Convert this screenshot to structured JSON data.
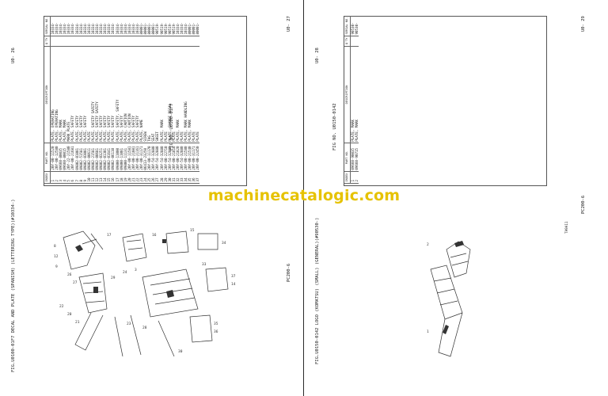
{
  "watermark": "machinecatalogic.com",
  "left_page": {
    "figure_title": "FIG.U0100-01F7  DECAL AND PLATE (SPANISH) (LETTERING TYPE)(#10334-)",
    "figure_header": "FIG NO.  U0100-01F7",
    "code": "PC200-6",
    "page_bottom": "U0- 26",
    "page_top": "U0- 27",
    "columns": [
      "INDEX",
      "PART NO.",
      "DESCRIPTION",
      "Q'TY",
      "SERIAL NO."
    ],
    "rows": [
      [
        "1",
        "20Y-00-11520",
        "PLATE, OPERATING",
        "",
        "10334-"
      ],
      [
        "2",
        "20Y-00-12580",
        "PLATE, OPERATING",
        "",
        "10334-"
      ],
      [
        "3",
        "09660-80035",
        "PLATE, MARK",
        "",
        "10334-"
      ],
      [
        "4",
        "09660-80015",
        "PLATE, MARK",
        "",
        "10334-"
      ],
      [
        "5",
        "20Y-22-21580",
        "MARK PLATE",
        "",
        "10334-"
      ],
      [
        "6",
        "20Y-00-21681",
        "PLATE, SAFETY",
        "",
        "10334-"
      ],
      [
        "7",
        "09802-01001",
        "PLATE, SAFETY",
        "",
        "10334-"
      ],
      [
        "8",
        "09802-51581",
        "PLATE, SAFETY",
        "",
        "10334-"
      ],
      [
        "9",
        "09802-03001",
        "PLATE, SAFETY",
        "",
        "10334-"
      ],
      [
        "10",
        "09802-00611",
        "PLATE",
        "",
        "10334-"
      ],
      [
        "11",
        "09802-21581",
        "PLATE, SAFETY SAFETY",
        "",
        "10334-"
      ],
      [
        "12",
        "09802-00681",
        "PLATE, SAFETY SAFETY",
        "",
        "10334-"
      ],
      [
        "13",
        "09802-03251",
        "PLATE, SAFETY",
        "",
        "10334-"
      ],
      [
        "14",
        "09802-01301",
        "PLATE, SAFETY",
        "",
        "10334-"
      ],
      [
        "15",
        "09802-01641",
        "PLATE, SAFETY",
        "",
        "10334-"
      ],
      [
        "16",
        "09802-06110",
        "PLATE, SAFETY",
        "",
        "10334-"
      ],
      [
        "17",
        "09800-11000",
        "PLATE, SAFETY, SAFETY",
        "",
        "10334-"
      ],
      [
        "18",
        "09800-11001",
        "PLATE, SAFETY",
        "",
        "10334-"
      ],
      [
        "19",
        "09800-11131",
        "PLATE, CAUTION",
        "",
        "10334-"
      ],
      [
        "20",
        "20Y-00-11581",
        "PLATE, CAUTION",
        "",
        "10334-"
      ],
      [
        "21",
        "20Y-00-21081",
        "PLATE, SAFETY",
        "",
        "10334-"
      ],
      [
        "22",
        "20Y-00-21161",
        "PLATE, SAFETY",
        "",
        "10334-"
      ],
      [
        "23",
        "20Y-00-31171",
        "PLATE, NAME",
        "",
        "80001-"
      ],
      [
        "24",
        "06413-23250",
        "SCREW",
        "",
        "80001-"
      ],
      [
        "25",
        "20Y-00-11170",
        "TAG",
        "",
        "80001-"
      ],
      [
        "26",
        "20Y-54-32880",
        "SEAT",
        "",
        "80001-"
      ],
      [
        "27",
        "20Y-54-32880",
        "SHEET",
        "",
        "90519-"
      ],
      [
        "28",
        "20Y-54-32880",
        "PLATE, MARK",
        "",
        "90519-"
      ],
      [
        "29",
        "20Y-00-22710",
        "PLATE",
        "",
        "90519-"
      ],
      [
        "30",
        "20Y-54-32880",
        "PLATE, CHANGE DECAL",
        "",
        "90519-"
      ],
      [
        "31",
        "20Y-00-21810",
        "PLATE",
        "",
        "90519-"
      ],
      [
        "32",
        "20Y-00-21820",
        "PLATE, MARK",
        "",
        "10334-"
      ],
      [
        "33",
        "20Y-54-32880",
        "PLATE",
        "",
        "10334-"
      ],
      [
        "34",
        "20Y-00-21580",
        "PLATE, MARK HANDLING",
        "",
        "10334-"
      ],
      [
        "35",
        "20Y-00-21540",
        "PLATE, MARK",
        "",
        "80001-"
      ],
      [
        "36",
        "20Y-00-31171",
        "PLATE",
        "",
        "80001-"
      ],
      [
        "37",
        "20Y-00-22450",
        "PLATE",
        "",
        "80001-"
      ]
    ]
  },
  "right_page": {
    "figure_title": "FIG.U0150-0142  LOGO (KOMATSU) (SMALL) (GENERAL)(#90530-)",
    "figure_header": "FIG NO.  U0150-0142",
    "code": "PC200-6",
    "page_bottom": "U0- 28",
    "page_top": "U0- 29",
    "drawing_ref": "TA9A11",
    "columns": [
      "INDEX",
      "PART NO.",
      "DESCRIPTION",
      "Q'TY",
      "SERIAL NO."
    ],
    "rows": [
      [
        "1",
        "09660-90035",
        "PLATE, MARK",
        "",
        "90530-"
      ],
      [
        "2",
        "09660-90715",
        "PLATE, MARK",
        "",
        "90530-"
      ]
    ]
  }
}
